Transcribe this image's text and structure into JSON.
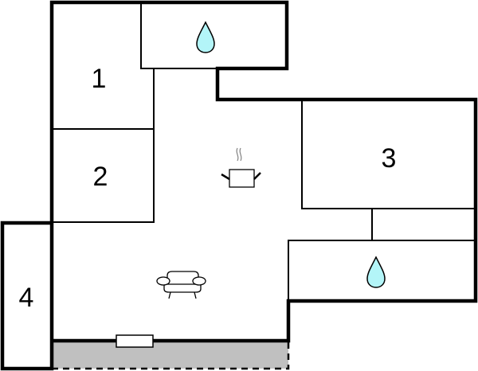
{
  "floorplan": {
    "rooms": [
      {
        "id": "room-1",
        "label": "1",
        "type": "bedroom"
      },
      {
        "id": "room-2",
        "label": "2",
        "type": "bedroom"
      },
      {
        "id": "room-3",
        "label": "3",
        "type": "bedroom"
      },
      {
        "id": "room-4",
        "label": "4",
        "type": "bedroom"
      },
      {
        "id": "bathroom-top",
        "label": "",
        "icon": "water-drop-icon"
      },
      {
        "id": "bathroom-right",
        "label": "",
        "icon": "water-drop-icon"
      },
      {
        "id": "kitchen",
        "label": "",
        "icon": "cooking-pot-icon"
      },
      {
        "id": "living-room",
        "label": "",
        "icon": "armchair-icon"
      },
      {
        "id": "terrace",
        "label": "",
        "type": "terrace"
      }
    ],
    "colors": {
      "wall": "#000000",
      "water_drop": "#b3f5f8",
      "terrace": "#c0c0c0",
      "steam": "#808080",
      "background": "#ffffff"
    }
  }
}
